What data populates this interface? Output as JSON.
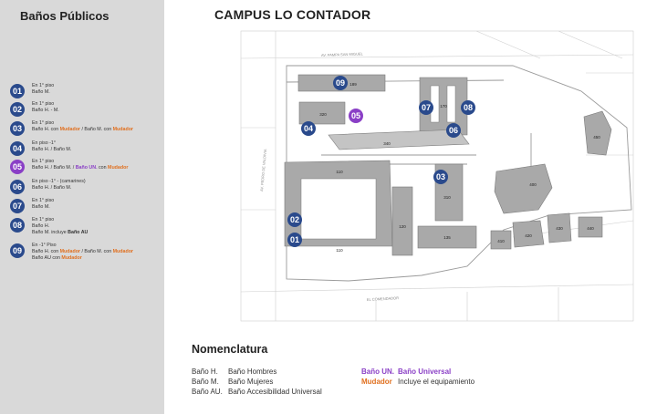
{
  "sidebar": {
    "title": "Baños Públicos",
    "items": [
      {
        "num": "01",
        "lines": [
          [
            "En 1° piso"
          ],
          [
            "Baño M."
          ]
        ]
      },
      {
        "num": "02",
        "lines": [
          [
            "En 1° piso"
          ],
          [
            "Baño H. - M."
          ]
        ]
      },
      {
        "num": "03",
        "lines": [
          [
            "En 1° piso"
          ],
          [
            "Baño H. con ",
            {
              "o": "Mudador"
            },
            " / Baño M. con ",
            {
              "o": "Mudador"
            }
          ]
        ]
      },
      {
        "num": "04",
        "lines": [
          [
            "En piso -1°"
          ],
          [
            "Baño H. / Baño M."
          ]
        ]
      },
      {
        "num": "05",
        "purple": true,
        "lines": [
          [
            "En 1° piso"
          ],
          [
            "Baño H. / Baño M. / ",
            {
              "p": "Baño UN."
            },
            " con ",
            {
              "o": "Mudador"
            }
          ]
        ]
      },
      {
        "num": "06",
        "lines": [
          [
            "En piso -1° - (camarines)"
          ],
          [
            "Baño H. / Baño M."
          ]
        ]
      },
      {
        "num": "07",
        "lines": [
          [
            "En 1° piso"
          ],
          [
            "Baño M."
          ]
        ]
      },
      {
        "num": "08",
        "lines": [
          [
            "En 1° piso"
          ],
          [
            "Baño H."
          ],
          [
            "Baño M. incluye ",
            {
              "b": "Baño AU"
            }
          ]
        ]
      },
      {
        "num": "09",
        "lines": [
          [
            "En -1° Piso"
          ],
          [
            "Baño H. con ",
            {
              "o": "Mudador"
            },
            " / Baño M. con ",
            {
              "o": "Mudador"
            }
          ],
          [
            "Baño AU con ",
            {
              "o": "Mudador"
            }
          ]
        ]
      }
    ]
  },
  "map": {
    "title": "CAMPUS LO CONTADOR",
    "streets": {
      "top": "AV. PAMPA SAN MIGUEL",
      "left": "AV. PEDRO DE VALDIVIA",
      "bottom": "EL COMENDADOR"
    },
    "buildings": [
      {
        "id": "b189",
        "label": "189"
      },
      {
        "id": "b320",
        "label": "320"
      },
      {
        "id": "b170",
        "label": "170"
      },
      {
        "id": "b340",
        "label": "340"
      },
      {
        "id": "b110a",
        "label": "110"
      },
      {
        "id": "b110b",
        "label": "110"
      },
      {
        "id": "b120",
        "label": "120"
      },
      {
        "id": "b310",
        "label": "310"
      },
      {
        "id": "b135",
        "label": "135"
      },
      {
        "id": "b400",
        "label": "400"
      },
      {
        "id": "b410",
        "label": "410"
      },
      {
        "id": "b420",
        "label": "420"
      },
      {
        "id": "b430",
        "label": "430"
      },
      {
        "id": "b440",
        "label": "440"
      },
      {
        "id": "b450",
        "label": "450"
      }
    ],
    "badges": [
      "01",
      "02",
      "03",
      "04",
      "05",
      "06",
      "07",
      "08",
      "09"
    ]
  },
  "nomenclature": {
    "title": "Nomenclatura",
    "left": [
      {
        "key": "Baño H.",
        "value": "Baño Hombres"
      },
      {
        "key": "Baño M.",
        "value": "Baño Mujeres"
      },
      {
        "key": "Baño AU.",
        "value": "Baño Accesibilidad Universal"
      }
    ],
    "right": [
      {
        "key": "Baño UN.",
        "value": "Baño Universal",
        "color": "#8a3fc6"
      },
      {
        "key": "Mudador",
        "value": "Incluye el equipamiento",
        "color": "#e07020"
      }
    ]
  },
  "colors": {
    "badge": "#2a4a8c",
    "badge_alt": "#8a3fc6",
    "highlight": "#e07020",
    "building": "#a9a9a9"
  }
}
